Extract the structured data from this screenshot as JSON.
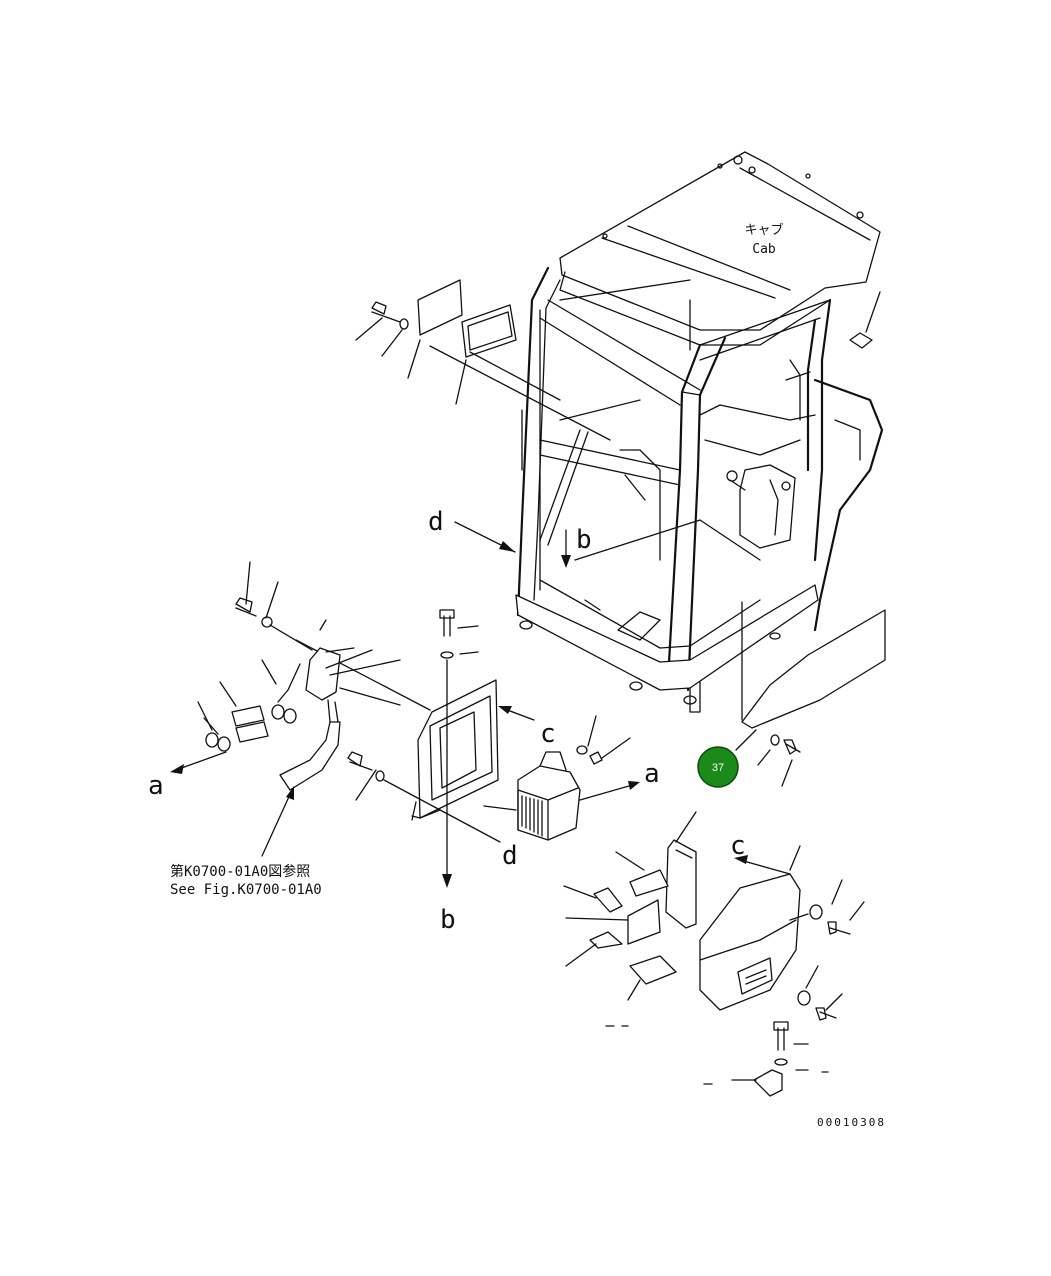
{
  "cab_label": {
    "jp": "キャブ",
    "en": "Cab"
  },
  "ref_note": {
    "jp": "第K0700-01A0図参照",
    "en": "See Fig.K0700-01A0"
  },
  "view_letters": {
    "a_left": "a",
    "a_right": "a",
    "b_top": "b",
    "b_bottom": "b",
    "c_mid": "c",
    "c_right": "c",
    "d_left": "d",
    "d_bottom": "d"
  },
  "callout": {
    "number": "37",
    "color": "#1a8a1a"
  },
  "drawing_number": "00010308"
}
